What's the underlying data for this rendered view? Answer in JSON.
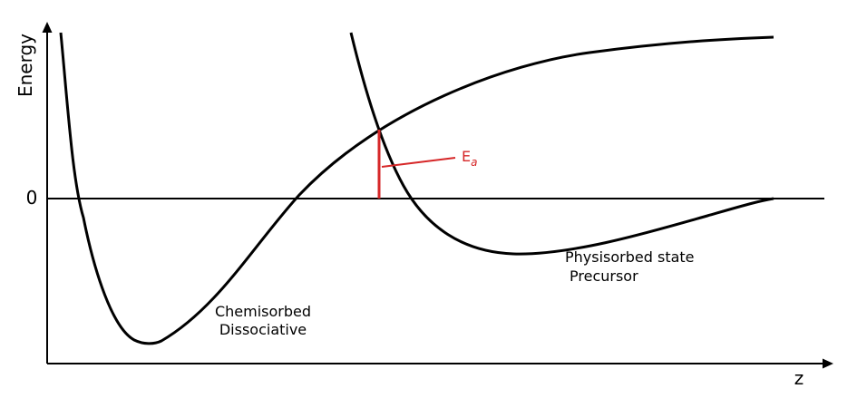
{
  "axes": {
    "y_label": "Energy",
    "x_label": "z",
    "zero_tick": "0"
  },
  "curves": {
    "chemisorbed": {
      "line1": "Chemisorbed",
      "line2": "Dissociative"
    },
    "physisorbed": {
      "line1": "Physisorbed state",
      "line2": "Precursor"
    }
  },
  "activation_energy": {
    "symbol": "E",
    "subscript": "a"
  },
  "colors": {
    "curve": "#000000",
    "axis": "#000000",
    "activation_energy": "#d62728"
  }
}
